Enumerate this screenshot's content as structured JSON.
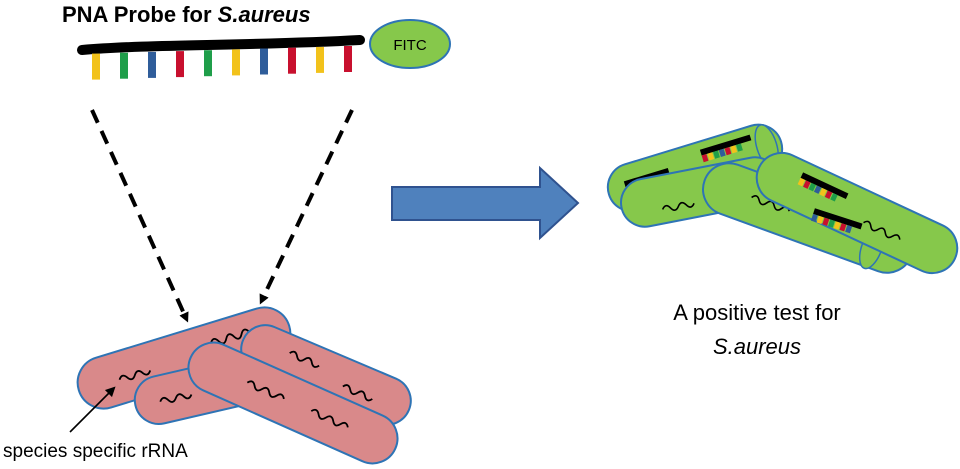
{
  "title": {
    "prefix": "PNA Probe for ",
    "organism": "S.aureus"
  },
  "probe": {
    "tag_label": "FITC",
    "base_colors": [
      "#f2c21b",
      "#1f9e4a",
      "#2f5d9a",
      "#c8102e",
      "#1f9e4a",
      "#f2c21b",
      "#2f5d9a",
      "#c8102e",
      "#f2c21b",
      "#c8102e"
    ]
  },
  "caption": {
    "line1": "A positive test for",
    "organism": "S.aureus"
  },
  "rrna_label": "species specific rRNA",
  "colors": {
    "negative_cell_fill": "#d9898a",
    "positive_cell_fill": "#86c84b",
    "cell_outline": "#2e74b5",
    "arrow_fill": "#4f81bd",
    "arrow_outline": "#2f528f",
    "fitc_fill": "#86c84b"
  }
}
